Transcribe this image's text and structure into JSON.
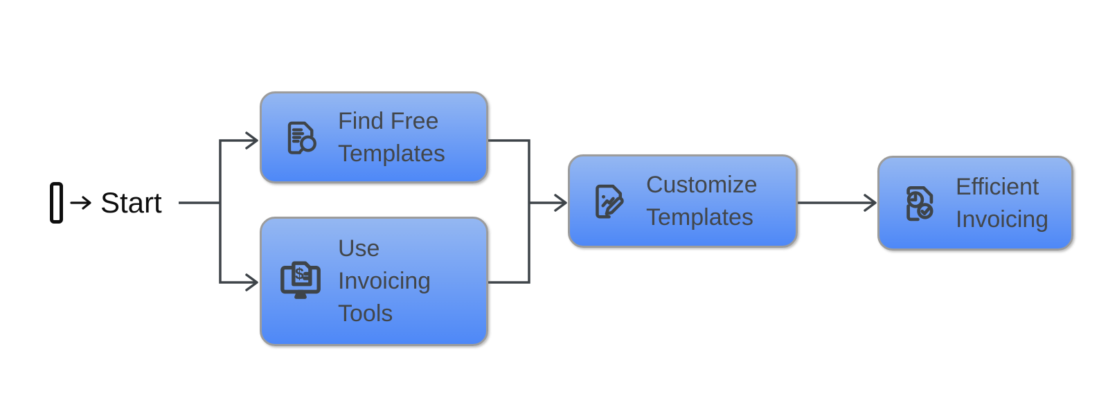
{
  "theme": {
    "background": "#ffffff",
    "box_gradient_top": "#94b7f2",
    "box_gradient_bottom": "#4e88f7",
    "box_border": "#9c9c9c",
    "node_text": "#42464a",
    "line_color": "#3e4449",
    "start_color": "#0e0e0e"
  },
  "diagram": {
    "type": "flowchart",
    "start": {
      "label": "Start"
    },
    "nodes": [
      {
        "id": "find-free-templates",
        "label": "Find Free Templates",
        "icon": "document-search-icon"
      },
      {
        "id": "use-invoicing-tools",
        "label": "Use Invoicing Tools",
        "icon": "monitor-invoice-icon"
      },
      {
        "id": "customize-templates",
        "label": "Customize Templates",
        "icon": "document-pencil-icon"
      },
      {
        "id": "efficient-invoicing",
        "label": "Efficient Invoicing",
        "icon": "document-clock-check-icon"
      }
    ],
    "edges": [
      {
        "from": "start",
        "to": "find-free-templates"
      },
      {
        "from": "start",
        "to": "use-invoicing-tools"
      },
      {
        "from": "find-free-templates",
        "to": "customize-templates"
      },
      {
        "from": "use-invoicing-tools",
        "to": "customize-templates"
      },
      {
        "from": "customize-templates",
        "to": "efficient-invoicing"
      }
    ]
  }
}
